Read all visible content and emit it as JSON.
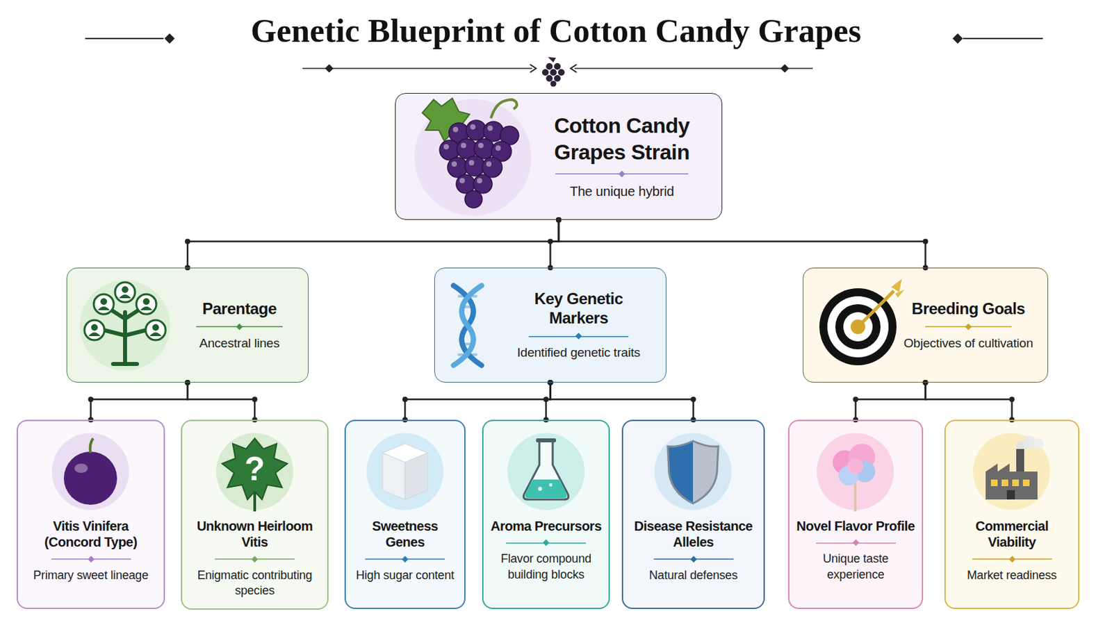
{
  "diagram": {
    "title": "Genetic Blueprint of Cotton Candy Grapes",
    "nodes": [
      {
        "text": [
          "Cotton Candy Grapes Strain",
          "The unique hybrid"
        ]
      },
      {
        "text": [
          "Parentage",
          "Ancestral lines"
        ]
      },
      {
        "text": [
          "Key Genetic Markers",
          "Identified genetic traits"
        ]
      },
      {
        "text": [
          "Breeding Goals",
          "Objectives of cultivation"
        ]
      },
      {
        "text": [
          "Vitis Vinifera (Concord Type)",
          "Primary sweet lineage"
        ]
      },
      {
        "text": [
          "Unknown Heirloom Vitis",
          "Enigmatic contributing species"
        ]
      },
      {
        "text": [
          "Sweetness Genes",
          "High sugar content"
        ]
      },
      {
        "text": [
          "Aroma Precursors",
          "Flavor compound building blocks"
        ]
      },
      {
        "text": [
          "Disease Resistance Alleles",
          "Natural defenses"
        ]
      },
      {
        "text": [
          "Novel Flavor Profile",
          "Unique taste experience"
        ]
      },
      {
        "text": [
          "Commercial Viability",
          "Market readiness"
        ]
      }
    ],
    "edges": [
      {
        "from": 0,
        "to": 1,
        "arrow": "none"
      },
      {
        "from": 0,
        "to": 2,
        "arrow": "none"
      },
      {
        "from": 0,
        "to": 3,
        "arrow": "none"
      },
      {
        "from": 1,
        "to": 4,
        "arrow": "none"
      },
      {
        "from": 1,
        "to": 5,
        "arrow": "none"
      },
      {
        "from": 2,
        "to": 6,
        "arrow": "none"
      },
      {
        "from": 2,
        "to": 7,
        "arrow": "none"
      },
      {
        "from": 2,
        "to": 8,
        "arrow": "none"
      },
      {
        "from": 3,
        "to": 9,
        "arrow": "none"
      },
      {
        "from": 3,
        "to": 10,
        "arrow": "none"
      }
    ],
    "labels": [
      "?"
    ]
  }
}
